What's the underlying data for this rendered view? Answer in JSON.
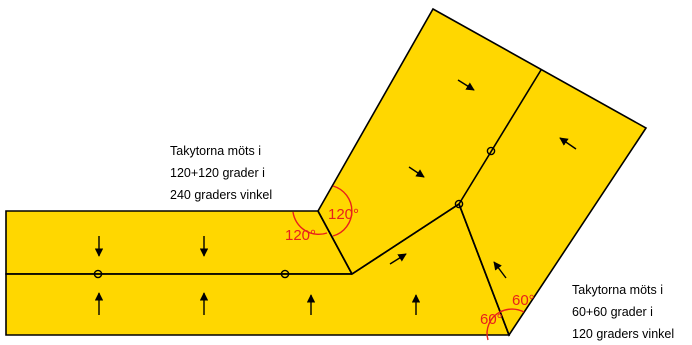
{
  "colors": {
    "roof_fill": "#FFD700",
    "outline": "#000000",
    "angle_marks": "#E8201C",
    "background": "#FFFFFF"
  },
  "annotations": {
    "left_note": [
      "Takytorna möts i",
      "120+120 grader i",
      "240 graders vinkel"
    ],
    "right_note": [
      "Takytorna möts i",
      "60+60 grader i",
      "120 graders vinkel"
    ]
  },
  "angle_labels": {
    "inner_upper": "120°",
    "inner_lower": "120°",
    "outer_right": "60°",
    "outer_left": "60°"
  },
  "icons": {
    "flow_arrow": "arrow-icon",
    "ridge_node": "circle-node-icon"
  }
}
